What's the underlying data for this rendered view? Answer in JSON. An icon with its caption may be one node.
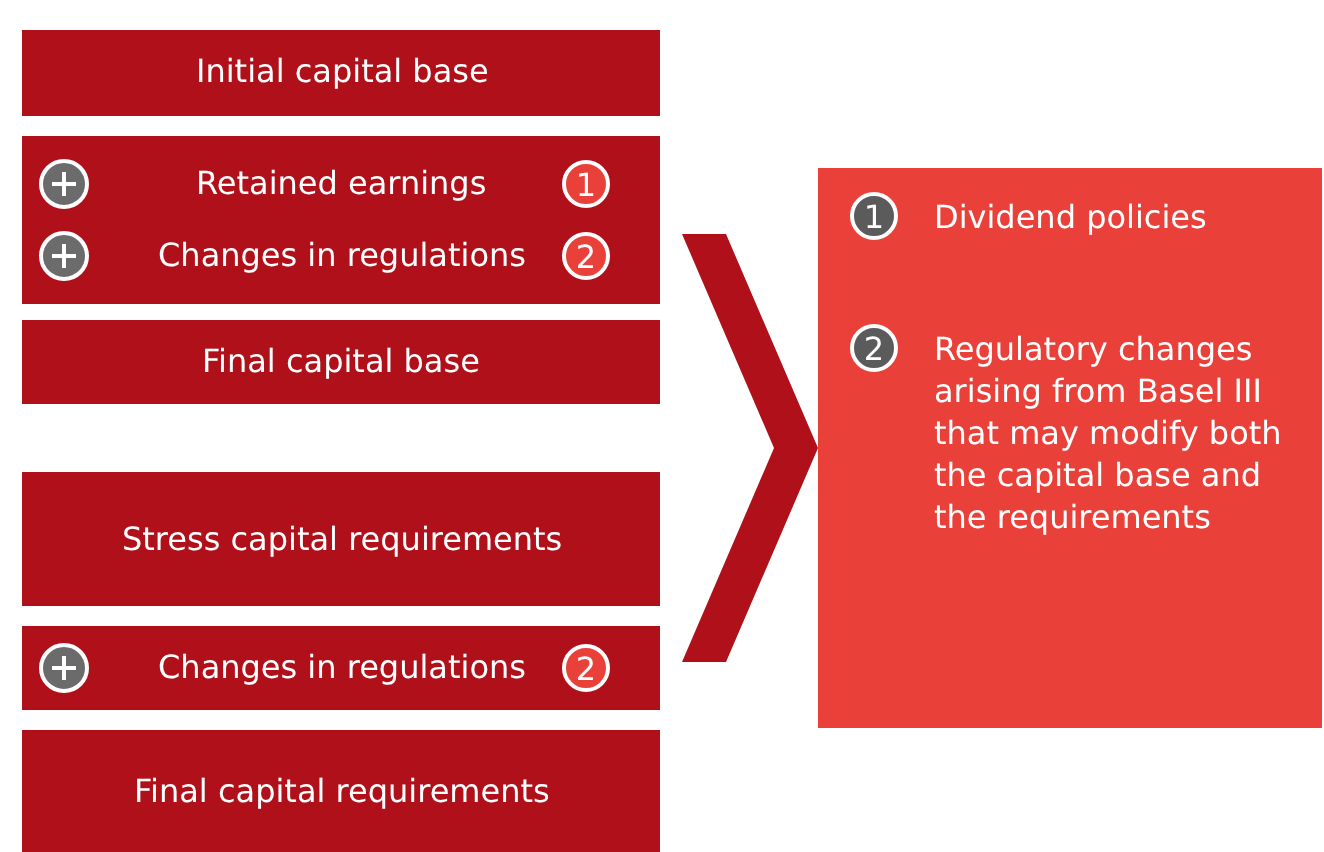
{
  "diagram": {
    "nodes": [
      {
        "text": [
          "Initial capital base"
        ]
      },
      {
        "text": [
          "Retained earnings",
          "Changes in regulations"
        ]
      },
      {
        "text": [
          "Final capital base"
        ]
      },
      {
        "text": [
          "Stress capital requirements"
        ]
      },
      {
        "text": [
          "Changes in regulations"
        ]
      },
      {
        "text": [
          "Final capital requirements"
        ]
      },
      {
        "text": [
          "Dividend policies",
          "Regulatory changes arising from Basel III that may modify both the capital base and the requirements"
        ]
      }
    ],
    "edges": [
      {
        "from": null,
        "to": 6,
        "arrow": "to"
      }
    ],
    "labels": [
      "1",
      "2",
      "2",
      "1",
      "2"
    ]
  }
}
